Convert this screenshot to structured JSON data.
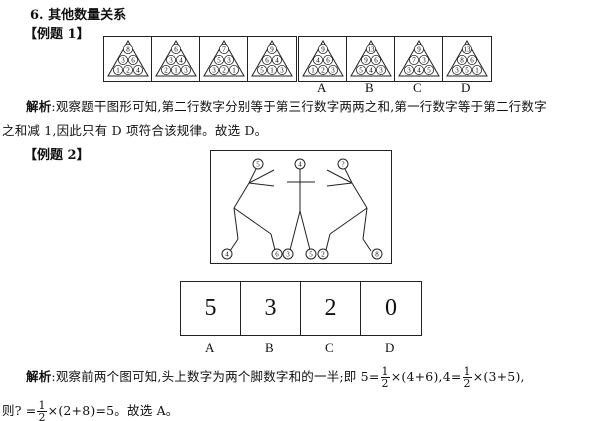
{
  "section_title": "6. 其他数量关系",
  "example1": {
    "label": "【例题 1】",
    "figures": [
      {
        "top": "8",
        "mid": [
          "3",
          "6"
        ],
        "bottom": [
          "1",
          "2",
          "4"
        ]
      },
      {
        "top": "6",
        "mid": [
          "3",
          "4"
        ],
        "bottom": [
          "2",
          "1",
          "3"
        ]
      },
      {
        "top": "7",
        "mid": [
          "5",
          "3"
        ],
        "bottom": [
          "3",
          "2",
          "1"
        ]
      },
      {
        "top": "9",
        "mid": [
          "6",
          "4"
        ],
        "bottom": [
          "5",
          "1",
          "3"
        ]
      }
    ],
    "options": [
      {
        "label": "A",
        "top": "9",
        "mid": [
          "4",
          "6"
        ],
        "bottom": [
          "1",
          "2",
          "3"
        ]
      },
      {
        "label": "B",
        "top": "13",
        "mid": [
          "9",
          "6"
        ],
        "bottom": [
          "5",
          "4",
          "3"
        ]
      },
      {
        "label": "C",
        "top": "9",
        "mid": [
          "7",
          "3"
        ],
        "bottom": [
          "3",
          "4",
          "5"
        ]
      },
      {
        "label": "D",
        "top": "13",
        "mid": [
          "8",
          "6"
        ],
        "bottom": [
          "3",
          "5",
          "1"
        ]
      }
    ],
    "analysis_label": "解析",
    "analysis_line1": ":观察题干图形可知,第二行数字分别等于第三行数字两两之和,第一行数字等于第二行数字",
    "analysis_line2": "之和减 1,因此只有 D 项符合该规律。故选 D。"
  },
  "example2": {
    "label": "【例题 2】",
    "figures": {
      "f1": {
        "head": "5",
        "left_foot": "4",
        "right_foot": "6"
      },
      "f2": {
        "head": "4",
        "left_foot": "3",
        "right_foot": "5"
      },
      "f3": {
        "head": "?",
        "left_foot": "2",
        "right_foot": "8"
      }
    },
    "options": [
      {
        "label": "A",
        "value": "5"
      },
      {
        "label": "B",
        "value": "3"
      },
      {
        "label": "C",
        "value": "2"
      },
      {
        "label": "D",
        "value": "0"
      }
    ],
    "analysis_label": "解析",
    "analysis_a": ":观察前两个图可知,头上数字为两个脚数字和的一半;即 5=",
    "analysis_b": "×(4+6),4=",
    "analysis_c": "×(3+5),",
    "analysis_line2_a": "则? =",
    "analysis_line2_b": "×(2+8)=5。故选 A。",
    "frac_num": "1",
    "frac_den": "2"
  }
}
